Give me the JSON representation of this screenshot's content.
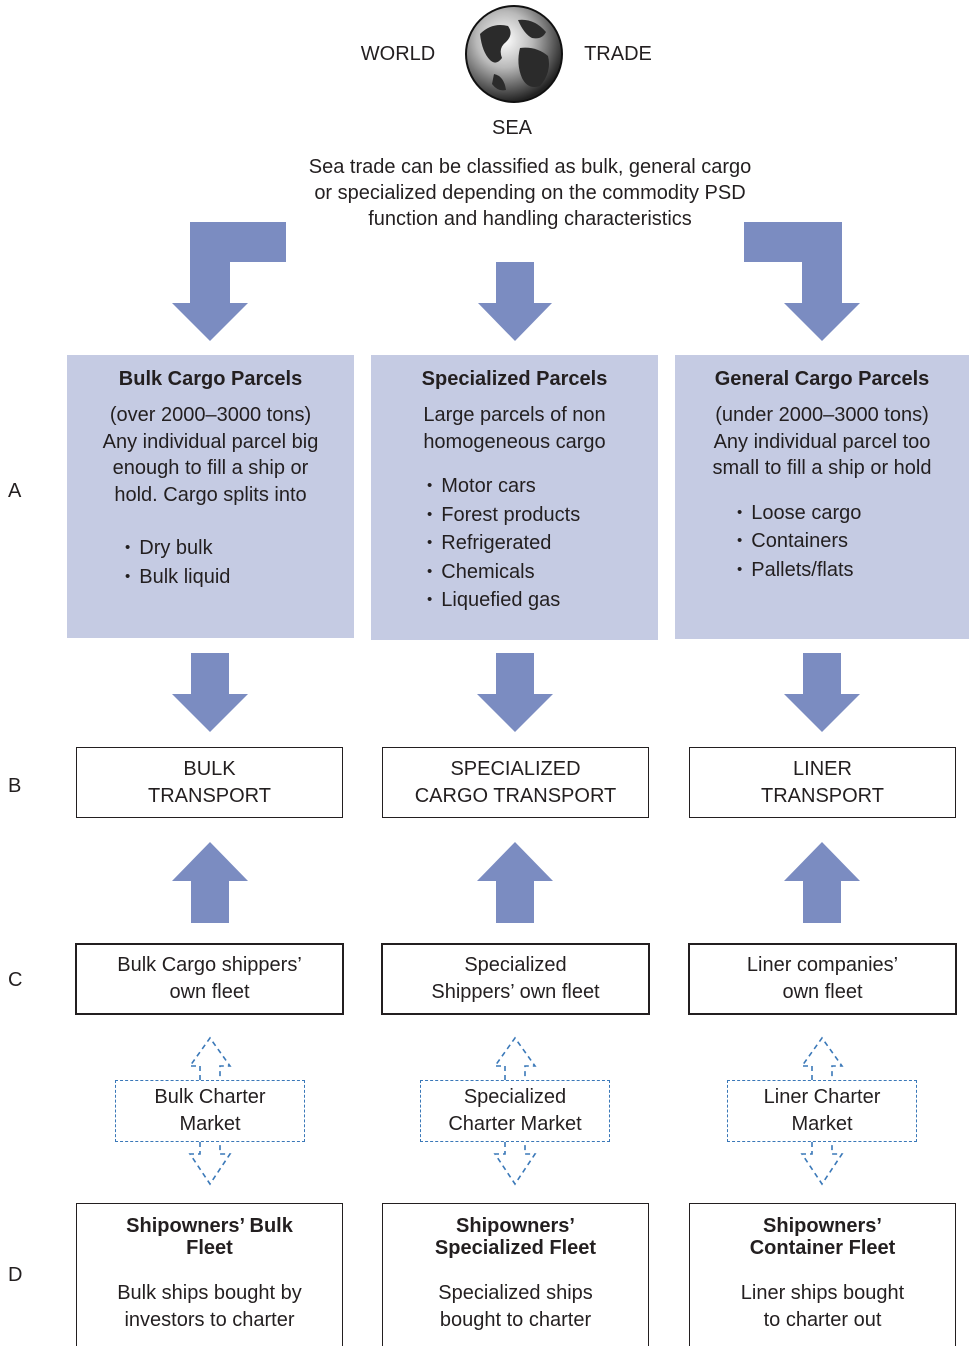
{
  "header": {
    "left_word": "WORLD",
    "right_word": "TRADE",
    "below_globe": "SEA",
    "caption_lines": [
      "Sea trade can be classified as bulk, general cargo",
      "or specialized depending on the commodity PSD",
      "function and handling characteristics"
    ]
  },
  "row_labels": [
    "A",
    "B",
    "C",
    "D"
  ],
  "columns": [
    {
      "panel_title": "Bulk Cargo Parcels",
      "panel_lines": [
        "(over 2000–3000 tons)",
        "Any individual parcel big",
        "enough to fill a ship or",
        "hold. Cargo splits into"
      ],
      "panel_bullets": [
        "Dry bulk",
        "Bulk liquid"
      ],
      "transport_lines": [
        "BULK",
        "TRANSPORT"
      ],
      "fleet_lines": [
        "Bulk Cargo shippers’",
        "own fleet"
      ],
      "market_lines": [
        "Bulk Charter",
        "Market"
      ],
      "owner_title_lines": [
        "Shipowners’ Bulk",
        "Fleet"
      ],
      "owner_desc_lines": [
        "Bulk ships bought by",
        "investors to charter"
      ]
    },
    {
      "panel_title": "Specialized Parcels",
      "panel_lines": [
        "Large parcels of non",
        "homogeneous cargo"
      ],
      "panel_bullets": [
        "Motor cars",
        "Forest products",
        "Refrigerated",
        "Chemicals",
        "Liquefied gas"
      ],
      "transport_lines": [
        "SPECIALIZED",
        "CARGO TRANSPORT"
      ],
      "fleet_lines": [
        "Specialized",
        "Shippers’ own fleet"
      ],
      "market_lines": [
        "Specialized",
        "Charter Market"
      ],
      "owner_title_lines": [
        "Shipowners’",
        "Specialized Fleet"
      ],
      "owner_desc_lines": [
        "Specialized ships",
        "bought to charter"
      ]
    },
    {
      "panel_title": "General Cargo Parcels",
      "panel_lines": [
        "(under 2000–3000 tons)",
        "Any individual parcel too",
        "small to fill a ship or hold"
      ],
      "panel_bullets": [
        "Loose cargo",
        "Containers",
        "Pallets/flats"
      ],
      "transport_lines": [
        "LINER",
        "TRANSPORT"
      ],
      "fleet_lines": [
        "Liner companies’",
        "own fleet"
      ],
      "market_lines": [
        "Liner Charter",
        "Market"
      ],
      "owner_title_lines": [
        "Shipowners’",
        "Container Fleet"
      ],
      "owner_desc_lines": [
        "Liner ships bought",
        "to charter out"
      ]
    }
  ],
  "colors": {
    "panel_fill": "#c5cbe3",
    "arrow_fill": "#7b8cc1",
    "dashed_stroke": "#3a78b8",
    "text": "#231f20"
  },
  "icons": {
    "globe": "globe-icon"
  }
}
